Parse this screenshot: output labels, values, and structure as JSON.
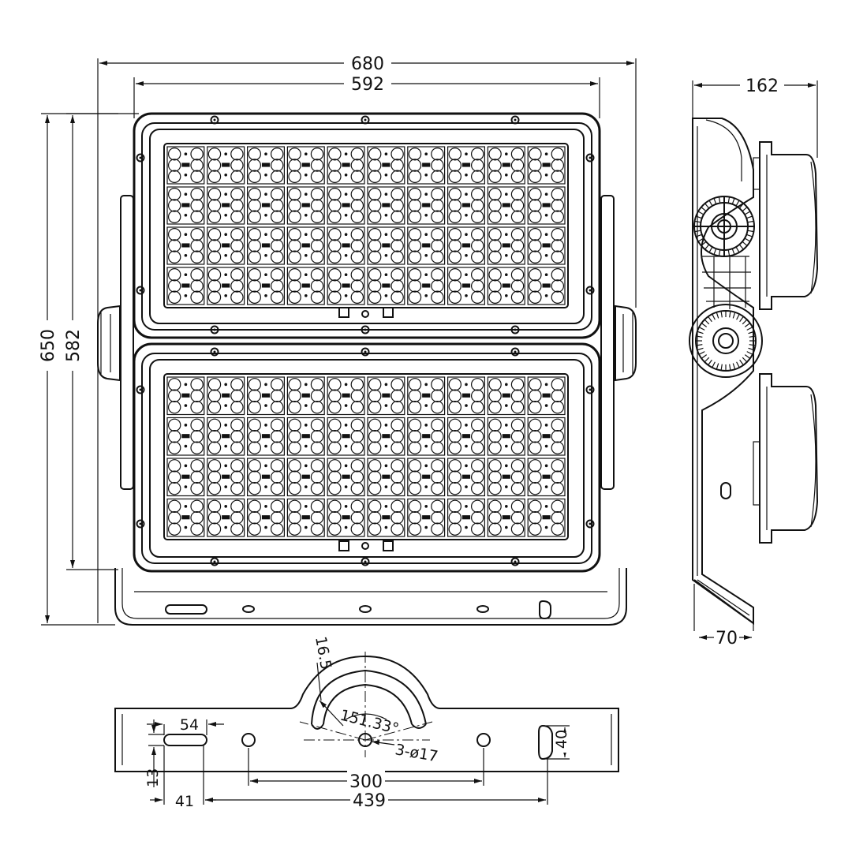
{
  "dimensions": {
    "overall_width": "680",
    "panel_width": "592",
    "side_depth": "162",
    "overall_height": "650",
    "panel_height": "582",
    "bracket_depth": "70",
    "slot_length": "54",
    "slot_height": "13",
    "slot_offset": "41",
    "hole_spacing": "300",
    "span": "439",
    "right_slot": "40",
    "arc_offset": "16.5",
    "angle": "151.33°",
    "hole_spec": "3-ø17"
  },
  "led_grid": {
    "columns": 10,
    "rows_per_panel": 4
  }
}
